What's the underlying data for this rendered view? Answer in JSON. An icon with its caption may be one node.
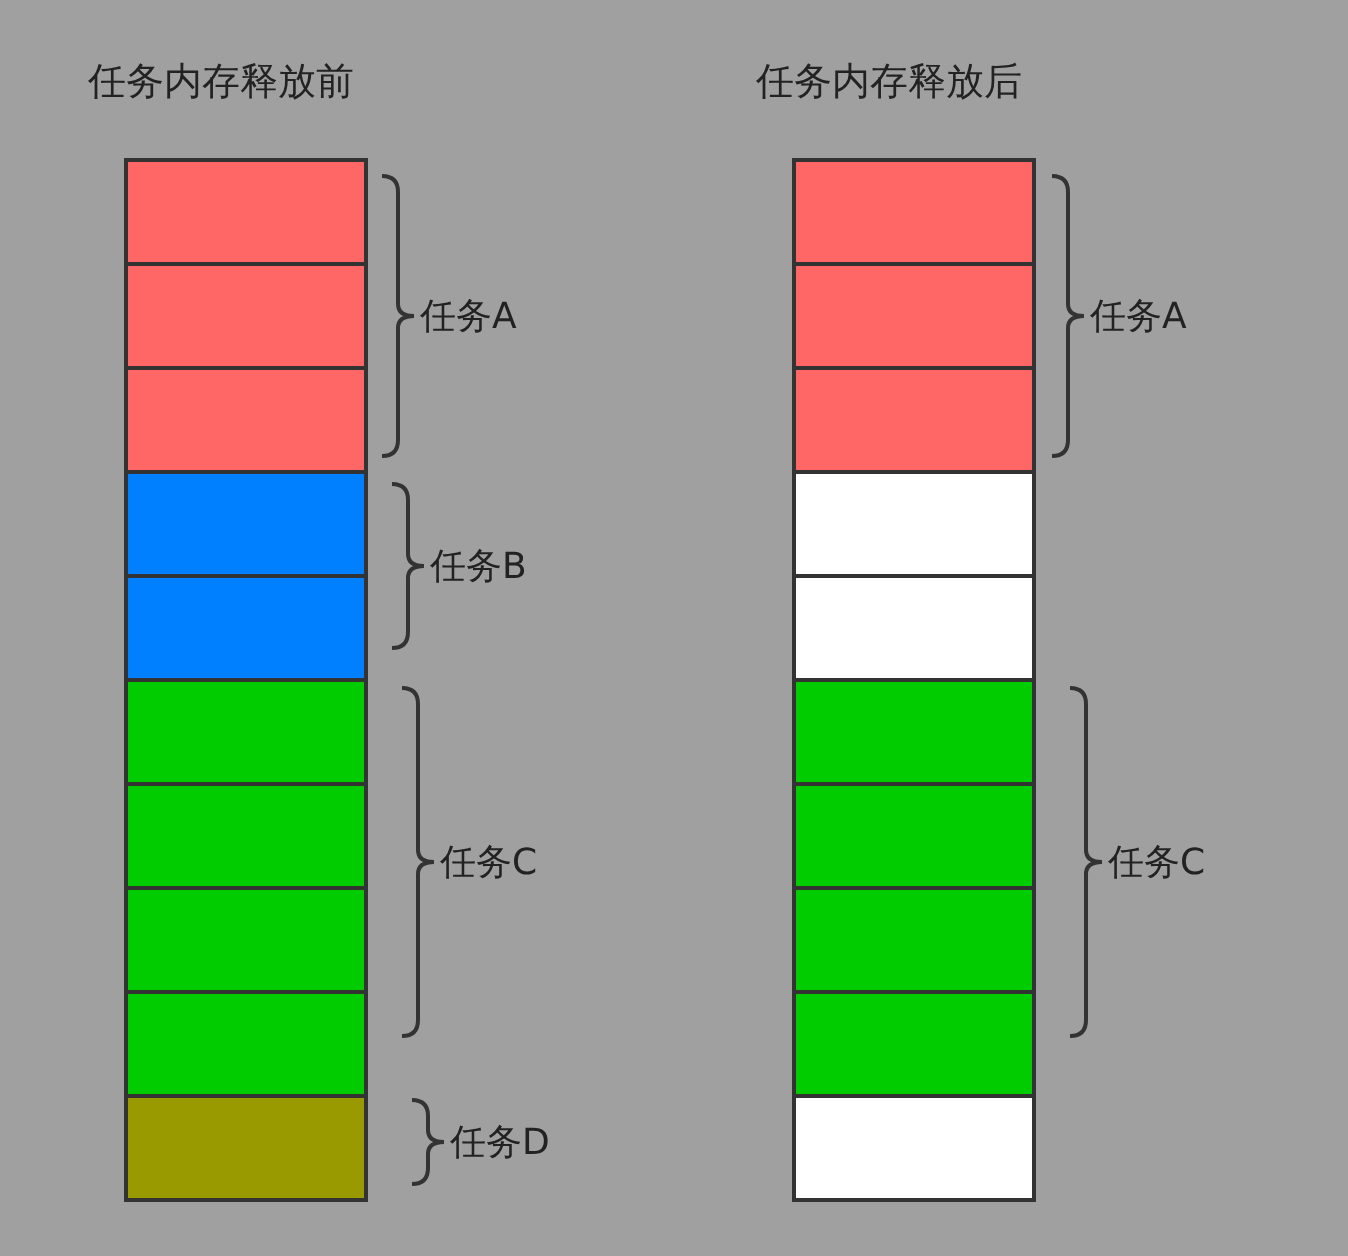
{
  "diagram": {
    "nodes": [
      {
        "text": [
          "任务内存释放前"
        ]
      },
      {
        "text": [],
        "shape": "box",
        "in": 0
      },
      {
        "text": [],
        "shape": "box",
        "in": 0
      },
      {
        "text": [],
        "shape": "box",
        "in": 0
      },
      {
        "text": [],
        "shape": "box",
        "in": 0
      },
      {
        "text": [],
        "shape": "box",
        "in": 0
      },
      {
        "text": [],
        "shape": "box",
        "in": 0
      },
      {
        "text": [],
        "shape": "box",
        "in": 0
      },
      {
        "text": [],
        "shape": "box",
        "in": 0
      },
      {
        "text": [],
        "shape": "box",
        "in": 0
      },
      {
        "text": [],
        "shape": "box",
        "in": 0
      },
      {
        "text": [
          "任务内存释放后"
        ]
      },
      {
        "text": [],
        "shape": "box",
        "in": 11
      },
      {
        "text": [],
        "shape": "box",
        "in": 11
      },
      {
        "text": [],
        "shape": "box",
        "in": 11
      },
      {
        "text": [],
        "shape": "box",
        "in": 11
      },
      {
        "text": [],
        "shape": "box",
        "in": 11
      },
      {
        "text": [],
        "shape": "box",
        "in": 11
      },
      {
        "text": [],
        "shape": "box",
        "in": 11
      },
      {
        "text": [],
        "shape": "box",
        "in": 11
      },
      {
        "text": [],
        "shape": "box",
        "in": 11
      },
      {
        "text": [],
        "shape": "box",
        "in": 11
      }
    ],
    "edges": [],
    "labels": [
      "任务A",
      "任务B",
      "任务C",
      "任务D",
      "任务A",
      "任务C"
    ]
  }
}
